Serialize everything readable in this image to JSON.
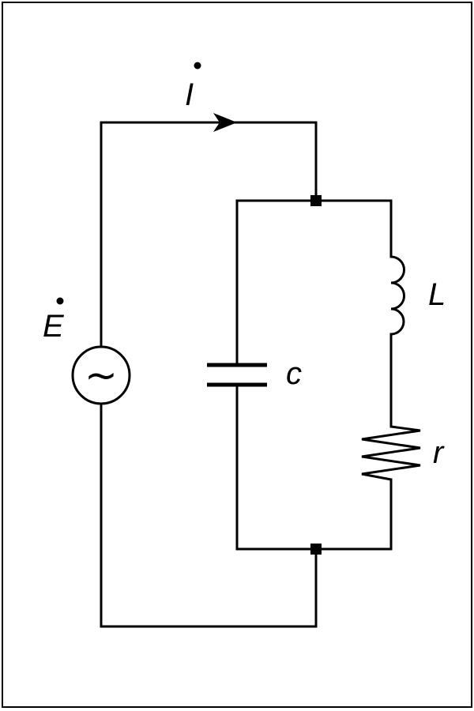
{
  "diagram": {
    "current_label": "I",
    "source_label": "E",
    "source_symbol": "~",
    "capacitor_label": "c",
    "inductor_label": "L",
    "resistor_label": "r"
  }
}
